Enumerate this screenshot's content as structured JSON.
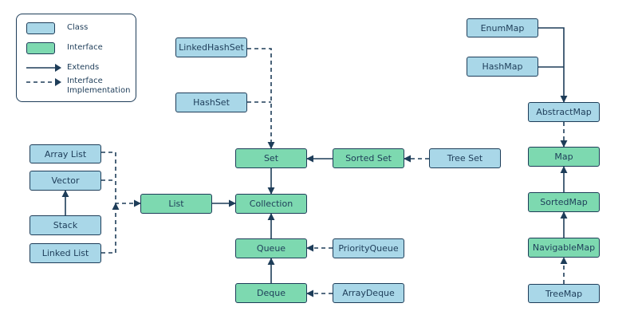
{
  "legend": {
    "class_label": "Class",
    "interface_label": "Interface",
    "extends_label": "Extends",
    "implementation_label_line1": "Interface",
    "implementation_label_line2": "Implementation"
  },
  "colors": {
    "class_fill": "#a9d7e8",
    "interface_fill": "#7dd9b0",
    "stroke": "#1e3d59"
  },
  "nodes": {
    "linkedhashset": {
      "label": "LinkedHashSet",
      "kind": "class"
    },
    "hashset": {
      "label": "HashSet",
      "kind": "class"
    },
    "arraylist": {
      "label": "Array List",
      "kind": "class"
    },
    "vector": {
      "label": "Vector",
      "kind": "class"
    },
    "stack": {
      "label": "Stack",
      "kind": "class"
    },
    "linkedlist": {
      "label": "Linked List",
      "kind": "class"
    },
    "list": {
      "label": "List",
      "kind": "interface"
    },
    "set": {
      "label": "Set",
      "kind": "interface"
    },
    "collection": {
      "label": "Collection",
      "kind": "interface"
    },
    "queue": {
      "label": "Queue",
      "kind": "interface"
    },
    "deque": {
      "label": "Deque",
      "kind": "interface"
    },
    "sortedset": {
      "label": "Sorted Set",
      "kind": "interface"
    },
    "treeset": {
      "label": "Tree Set",
      "kind": "class"
    },
    "priorityqueue": {
      "label": "PriorityQueue",
      "kind": "class"
    },
    "arraydeque": {
      "label": "ArrayDeque",
      "kind": "class"
    },
    "enummap": {
      "label": "EnumMap",
      "kind": "class"
    },
    "hashmap": {
      "label": "HashMap",
      "kind": "class"
    },
    "abstractmap": {
      "label": "AbstractMap",
      "kind": "class"
    },
    "map": {
      "label": "Map",
      "kind": "interface"
    },
    "sortedmap": {
      "label": "SortedMap",
      "kind": "interface"
    },
    "navigablemap": {
      "label": "NavigableMap",
      "kind": "interface"
    },
    "treemap": {
      "label": "TreeMap",
      "kind": "class"
    }
  },
  "edges": [
    {
      "from": "linkedhashset",
      "to": "set",
      "type": "implements"
    },
    {
      "from": "hashset",
      "to": "set",
      "type": "implements"
    },
    {
      "from": "arraylist",
      "to": "list",
      "type": "implements"
    },
    {
      "from": "vector",
      "to": "list",
      "type": "implements"
    },
    {
      "from": "linkedlist",
      "to": "list",
      "type": "implements"
    },
    {
      "from": "stack",
      "to": "vector",
      "type": "extends"
    },
    {
      "from": "list",
      "to": "collection",
      "type": "extends"
    },
    {
      "from": "set",
      "to": "collection",
      "type": "extends"
    },
    {
      "from": "queue",
      "to": "collection",
      "type": "extends"
    },
    {
      "from": "deque",
      "to": "queue",
      "type": "extends"
    },
    {
      "from": "sortedset",
      "to": "set",
      "type": "extends"
    },
    {
      "from": "treeset",
      "to": "sortedset",
      "type": "implements"
    },
    {
      "from": "priorityqueue",
      "to": "queue",
      "type": "implements"
    },
    {
      "from": "arraydeque",
      "to": "deque",
      "type": "implements"
    },
    {
      "from": "enummap",
      "to": "abstractmap",
      "type": "extends"
    },
    {
      "from": "hashmap",
      "to": "abstractmap",
      "type": "extends"
    },
    {
      "from": "abstractmap",
      "to": "map",
      "type": "implements"
    },
    {
      "from": "sortedmap",
      "to": "map",
      "type": "extends"
    },
    {
      "from": "navigablemap",
      "to": "sortedmap",
      "type": "extends"
    },
    {
      "from": "treemap",
      "to": "navigablemap",
      "type": "implements"
    }
  ]
}
